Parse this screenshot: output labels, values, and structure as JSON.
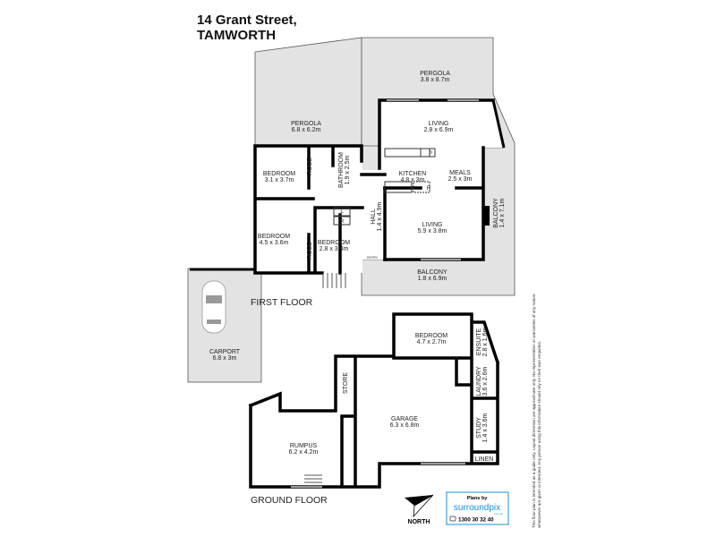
{
  "header": {
    "line1": "14 Grant Street,",
    "line2": "TAMWORTH"
  },
  "first_floor": {
    "label": "FIRST FLOOR",
    "rooms": [
      {
        "name": "PERGOLA",
        "dims": "6.8 x 6.2m"
      },
      {
        "name": "PERGOLA",
        "dims": "3.8 x 8.7m"
      },
      {
        "name": "LIVING",
        "dims": "2.8 x 6.9m"
      },
      {
        "name": "BEDROOM",
        "dims": "3.1 x 3.7m"
      },
      {
        "name": "ROBE",
        "dims": ""
      },
      {
        "name": "BATHROOM",
        "dims": "1.9 x 2.5m"
      },
      {
        "name": "KITCHEN",
        "dims": "4.8 x 3m"
      },
      {
        "name": "MEALS",
        "dims": "2.5 x 3m"
      },
      {
        "name": "HALL",
        "dims": "1.4 x 4.9m"
      },
      {
        "name": "LIVING",
        "dims": "5.9 x 3.8m"
      },
      {
        "name": "BALCONY",
        "dims": "1.4 x 7.1m"
      },
      {
        "name": "BEDROOM",
        "dims": "4.5 x 3.6m"
      },
      {
        "name": "ROBE",
        "dims": ""
      },
      {
        "name": "BEDROOM",
        "dims": "2.8 x 3.4m"
      },
      {
        "name": "BALCONY",
        "dims": "1.8 x 6.9m"
      },
      {
        "name": "CARPORT",
        "dims": "6.8 x 3m"
      }
    ],
    "fixtures": {
      "linen": "L",
      "robe": "R",
      "pantry": "P",
      "fridge": "R",
      "entry": "ENTRY"
    }
  },
  "ground_floor": {
    "label": "GROUND FLOOR",
    "rooms": [
      {
        "name": "BEDROOM",
        "dims": "4.7 x 2.7m"
      },
      {
        "name": "ENSUITE",
        "dims": "2.8 x 1.6m"
      },
      {
        "name": "STORE",
        "dims": ""
      },
      {
        "name": "LAUNDRY",
        "dims": "3.6 x 2.6m"
      },
      {
        "name": "GARAGE",
        "dims": "6.3 x 6.8m"
      },
      {
        "name": "STUDY",
        "dims": "1.4 x 3.6m"
      },
      {
        "name": "LINEN",
        "dims": ""
      },
      {
        "name": "RUMPUS",
        "dims": "6.2 x 4.2m"
      }
    ]
  },
  "compass": {
    "label": "NORTH",
    "icon": "north-arrow-icon"
  },
  "logo": {
    "plans_by": "Plans by",
    "brand": "surroundpix",
    "brand_sub": "com.au",
    "phone": "1300 30 32 40",
    "phone_icon": "phone-icon",
    "brand_color": "#1a8fd6"
  },
  "disclaimer": {
    "line1": "This floor plan is intended as a guide only. Layout dimension are approximate only. No representation or warranties of any nature",
    "line2": "whatsoever are given or intended. Any person using this information should rely on their own enquiries."
  }
}
